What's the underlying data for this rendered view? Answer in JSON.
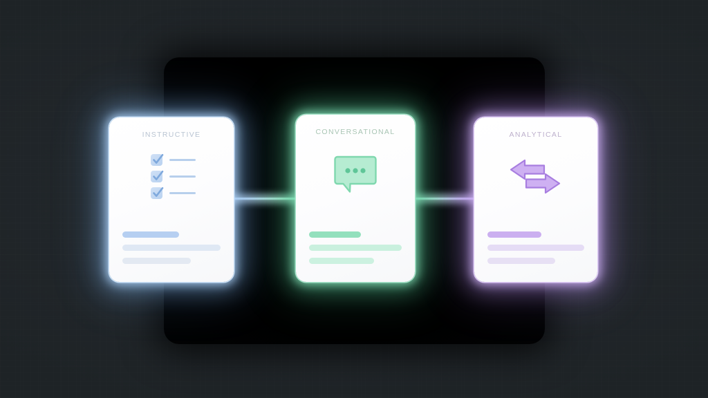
{
  "scene": {
    "background_color": "#22272b",
    "panel_color": "#000000"
  },
  "connectors": [
    {
      "name": "instructive-to-conversational",
      "from_color": "#cfe2f7",
      "to_color": "#86e3bb"
    },
    {
      "name": "conversational-to-analytical",
      "from_color": "#86e3bb",
      "to_color": "#d4bdf4"
    }
  ],
  "cards": [
    {
      "id": "instructive",
      "title": "INSTRUCTIVE",
      "accent": "#b6cff1",
      "glow": "#8cbef5",
      "icon": "checklist-icon",
      "checklist_items": 3,
      "bars": [
        "",
        "",
        ""
      ]
    },
    {
      "id": "conversational",
      "title": "CONVERSATIONAL",
      "accent": "#93e0bd",
      "glow": "#60d2a0",
      "icon": "speech-bubble-icon",
      "bubble_dots": 3,
      "bars": [
        "",
        "",
        ""
      ]
    },
    {
      "id": "analytical",
      "title": "ANALYTICAL",
      "accent": "#cbaff0",
      "glow": "#a57de8",
      "icon": "bidirectional-arrows-icon",
      "bars": [
        "",
        "",
        ""
      ]
    }
  ]
}
